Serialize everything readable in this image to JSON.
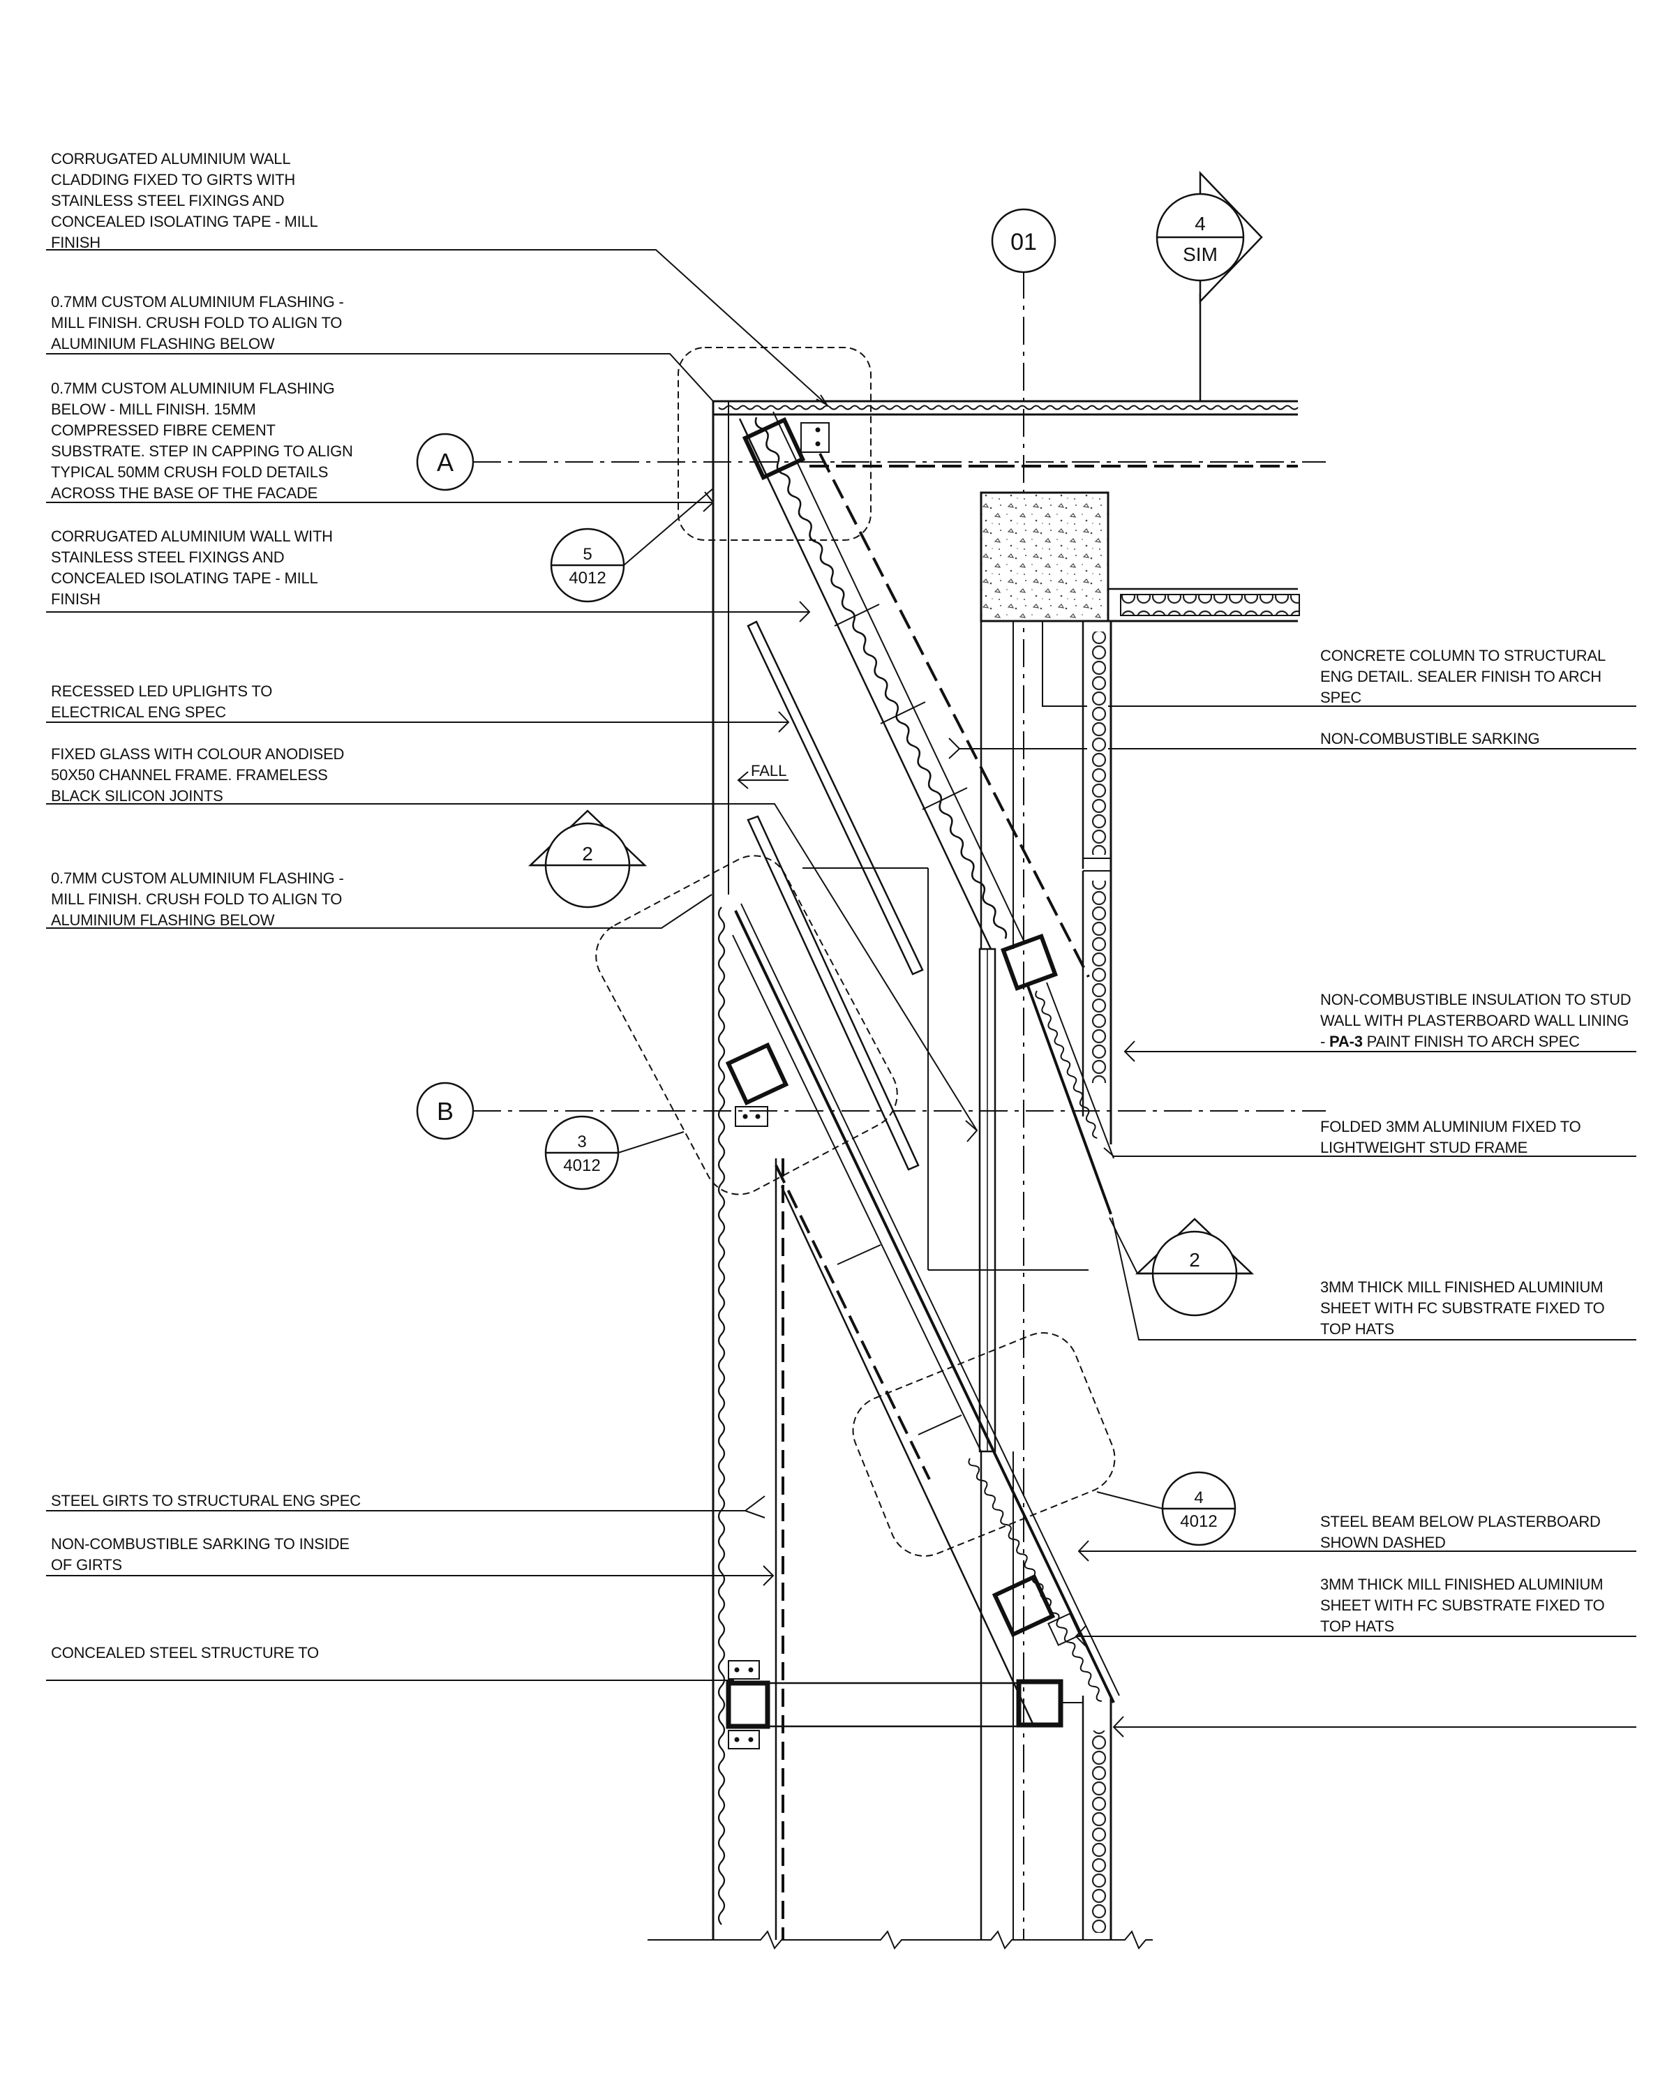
{
  "notes_left": [
    "CORRUGATED ALUMINIUM WALL\nCLADDING FIXED TO GIRTS WITH\nSTAINLESS STEEL FIXINGS AND\nCONCEALED ISOLATING TAPE - MILL\nFINISH",
    "0.7mm CUSTOM ALUMINIUM FLASHING -\nMILL FINISH. CRUSH FOLD TO ALIGN TO\nALUMINIUM FLASHING BELOW",
    "0.7mm CUSTOM ALUMINIUM FLASHING\nBELOW - MILL FINISH. 15mm\nCOMPRESSED FIBRE CEMENT\nSUBSTRATE. STEP IN CAPPING TO ALIGN\nTYPICAL 50mm CRUSH FOLD DETAILS\nACROSS THE BASE OF THE FACADE",
    "CORRUGATED ALUMINIUM WALL WITH\nSTAINLESS STEEL FIXINGS AND\nCONCEALED ISOLATING TAPE - MILL\nFINISH",
    "RECESSED LED UPLIGHTS TO\nELECTRICAL ENG SPEC",
    "FIXED GLASS WITH COLOUR ANODISED\n50x50 CHANNEL FRAME. FRAMELESS\nBLACK SILICON JOINTS",
    "0.7mm CUSTOM ALUMINIUM FLASHING -\nMILL FINISH. CRUSH FOLD TO ALIGN TO\nALUMINIUM FLASHING BELOW",
    "STEEL GIRTS TO STRUCTURAL ENG SPEC",
    "NON-COMBUSTIBLE SARKING TO INSIDE\nOF GIRTS",
    "CONCEALED STEEL STRUCTURE TO"
  ],
  "notes_right": [
    "CONCRETE COLUMN TO STRUCTURAL\nENG DETAIL. SEALER FINISH TO ARCH\nSPEC",
    "NON-COMBUSTIBLE SARKING",
    "NON-COMBUSTIBLE INSULATION TO STUD\nWALL WITH PLASTERBOARD WALL LINING\n- ",
    "PA-3",
    " PAINT FINISH TO ARCH SPEC",
    "FOLDED 3mm ALUMINIUM FIXED TO\nLIGHTWEIGHT STUD FRAME",
    "3mm THICK MILL FINISHED ALUMINIUM\nSHEET WITH FC SUBSTRATE FIXED TO\nTOP HATS",
    "STEEL BEAM BELOW PLASTERBOARD\nSHOWN DASHED",
    "3mm  THICK MILL FINISHED ALUMINIUM\nSHEET WITH FC SUBSTRATE FIXED TO\nTOP HATS"
  ],
  "grid_marker": "01",
  "level_markers": [
    "A",
    "B"
  ],
  "section_marker": {
    "number": "4",
    "sheet": "SIM"
  },
  "detail_refs": [
    {
      "number": "5",
      "sheet": "4012"
    },
    {
      "number": "3",
      "sheet": "4012"
    },
    {
      "number": "4",
      "sheet": "4012"
    }
  ],
  "elevation_markers": [
    "2",
    "2"
  ],
  "fall_label": "FALL"
}
